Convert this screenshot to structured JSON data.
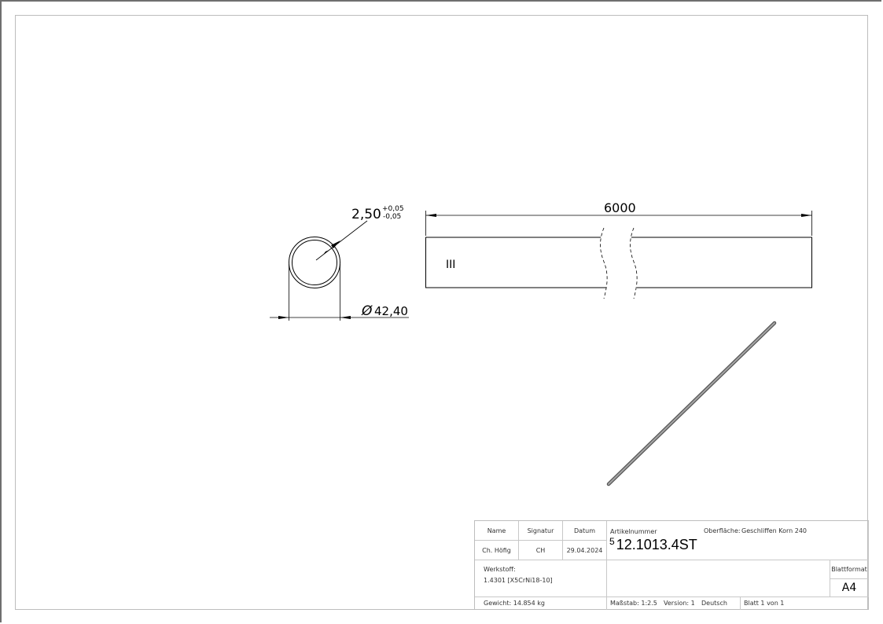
{
  "drawing": {
    "section_view": {
      "wall_thickness": "2,50",
      "tolerance_upper": "+0,05",
      "tolerance_lower": "-0,05",
      "diameter_symbol": "Ø",
      "outer_diameter": "42,40"
    },
    "side_view": {
      "length": "6000",
      "break_marker": "III"
    },
    "iso_view": {
      "description": "isometric tube view"
    }
  },
  "title_block": {
    "headers": {
      "name": "Name",
      "signature": "Signatur",
      "date": "Datum"
    },
    "values": {
      "name": "Ch. Höfig",
      "signature": "CH",
      "date": "29.04.2024"
    },
    "article_label": "Artikelnummer",
    "article_prefix": "5",
    "article_number": "12.1013.4ST",
    "surface_label": "Oberfläche:",
    "surface_value": "Geschliffen Korn 240",
    "material_label": "Werkstoff:",
    "material_value": "1.4301 [X5CrNi18-10]",
    "sheet_format_label": "Blattformat",
    "sheet_format_value": "A4",
    "weight": "Gewicht: 14.854 kg",
    "scale": "Maßstab: 1:2.5",
    "version": "Version: 1",
    "language": "Deutsch",
    "sheet": "Blatt 1 von 1"
  },
  "colors": {
    "line": "#000000",
    "frame_outer": "#6f6f6f",
    "frame_inner": "#bdbdbd",
    "tube_gray": "#8a8a8a"
  }
}
